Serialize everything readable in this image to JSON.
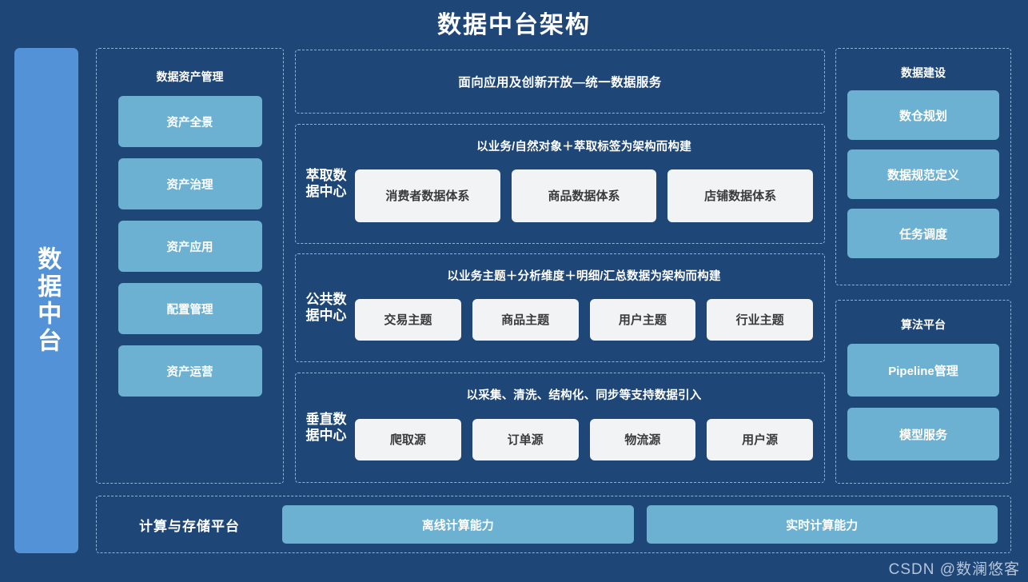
{
  "title": "数据中台架构",
  "sidebar": {
    "label": "数据中台"
  },
  "assets": {
    "group_title": "数据资产管理",
    "cards": [
      {
        "label": "资产全景"
      },
      {
        "label": "资产治理"
      },
      {
        "label": "资产应用"
      },
      {
        "label": "配置管理"
      },
      {
        "label": "资产运营"
      }
    ]
  },
  "service": {
    "label": "面向应用及创新开放—统一数据服务"
  },
  "bands": [
    {
      "name": "萃取数据中心",
      "caption": "以业务/自然对象＋萃取标签为架构而构建",
      "cards": [
        {
          "label": "消费者数据体系"
        },
        {
          "label": "商品数据体系"
        },
        {
          "label": "店铺数据体系"
        }
      ]
    },
    {
      "name": "公共数据中心",
      "caption": "以业务主题＋分析维度＋明细/汇总数据为架构而构建",
      "cards": [
        {
          "label": "交易主题"
        },
        {
          "label": "商品主题"
        },
        {
          "label": "用户主题"
        },
        {
          "label": "行业主题"
        }
      ]
    },
    {
      "name": "垂直数据中心",
      "caption": "以采集、清洗、结构化、同步等支持数据引入",
      "cards": [
        {
          "label": "爬取源"
        },
        {
          "label": "订单源"
        },
        {
          "label": "物流源"
        },
        {
          "label": "用户源"
        }
      ]
    }
  ],
  "build": {
    "group_title": "数据建设",
    "cards": [
      {
        "label": "数仓规划"
      },
      {
        "label": "数据规范定义"
      },
      {
        "label": "任务调度"
      }
    ]
  },
  "algo": {
    "group_title": "算法平台",
    "cards": [
      {
        "label": "Pipeline管理"
      },
      {
        "label": "模型服务"
      }
    ]
  },
  "compute": {
    "label": "计算与存储平台",
    "cards": [
      {
        "label": "离线计算能力"
      },
      {
        "label": "实时计算能力"
      }
    ]
  },
  "watermark": "CSDN @数澜悠客",
  "colors": {
    "background": "#1e4677",
    "sidebar": "#5392d6",
    "card_blue": "#6cb0d2",
    "card_white": "#f2f3f5",
    "dashed_border": "#8fb4dc",
    "text_light": "#ffffff",
    "text_dark": "#3a3a3a"
  }
}
